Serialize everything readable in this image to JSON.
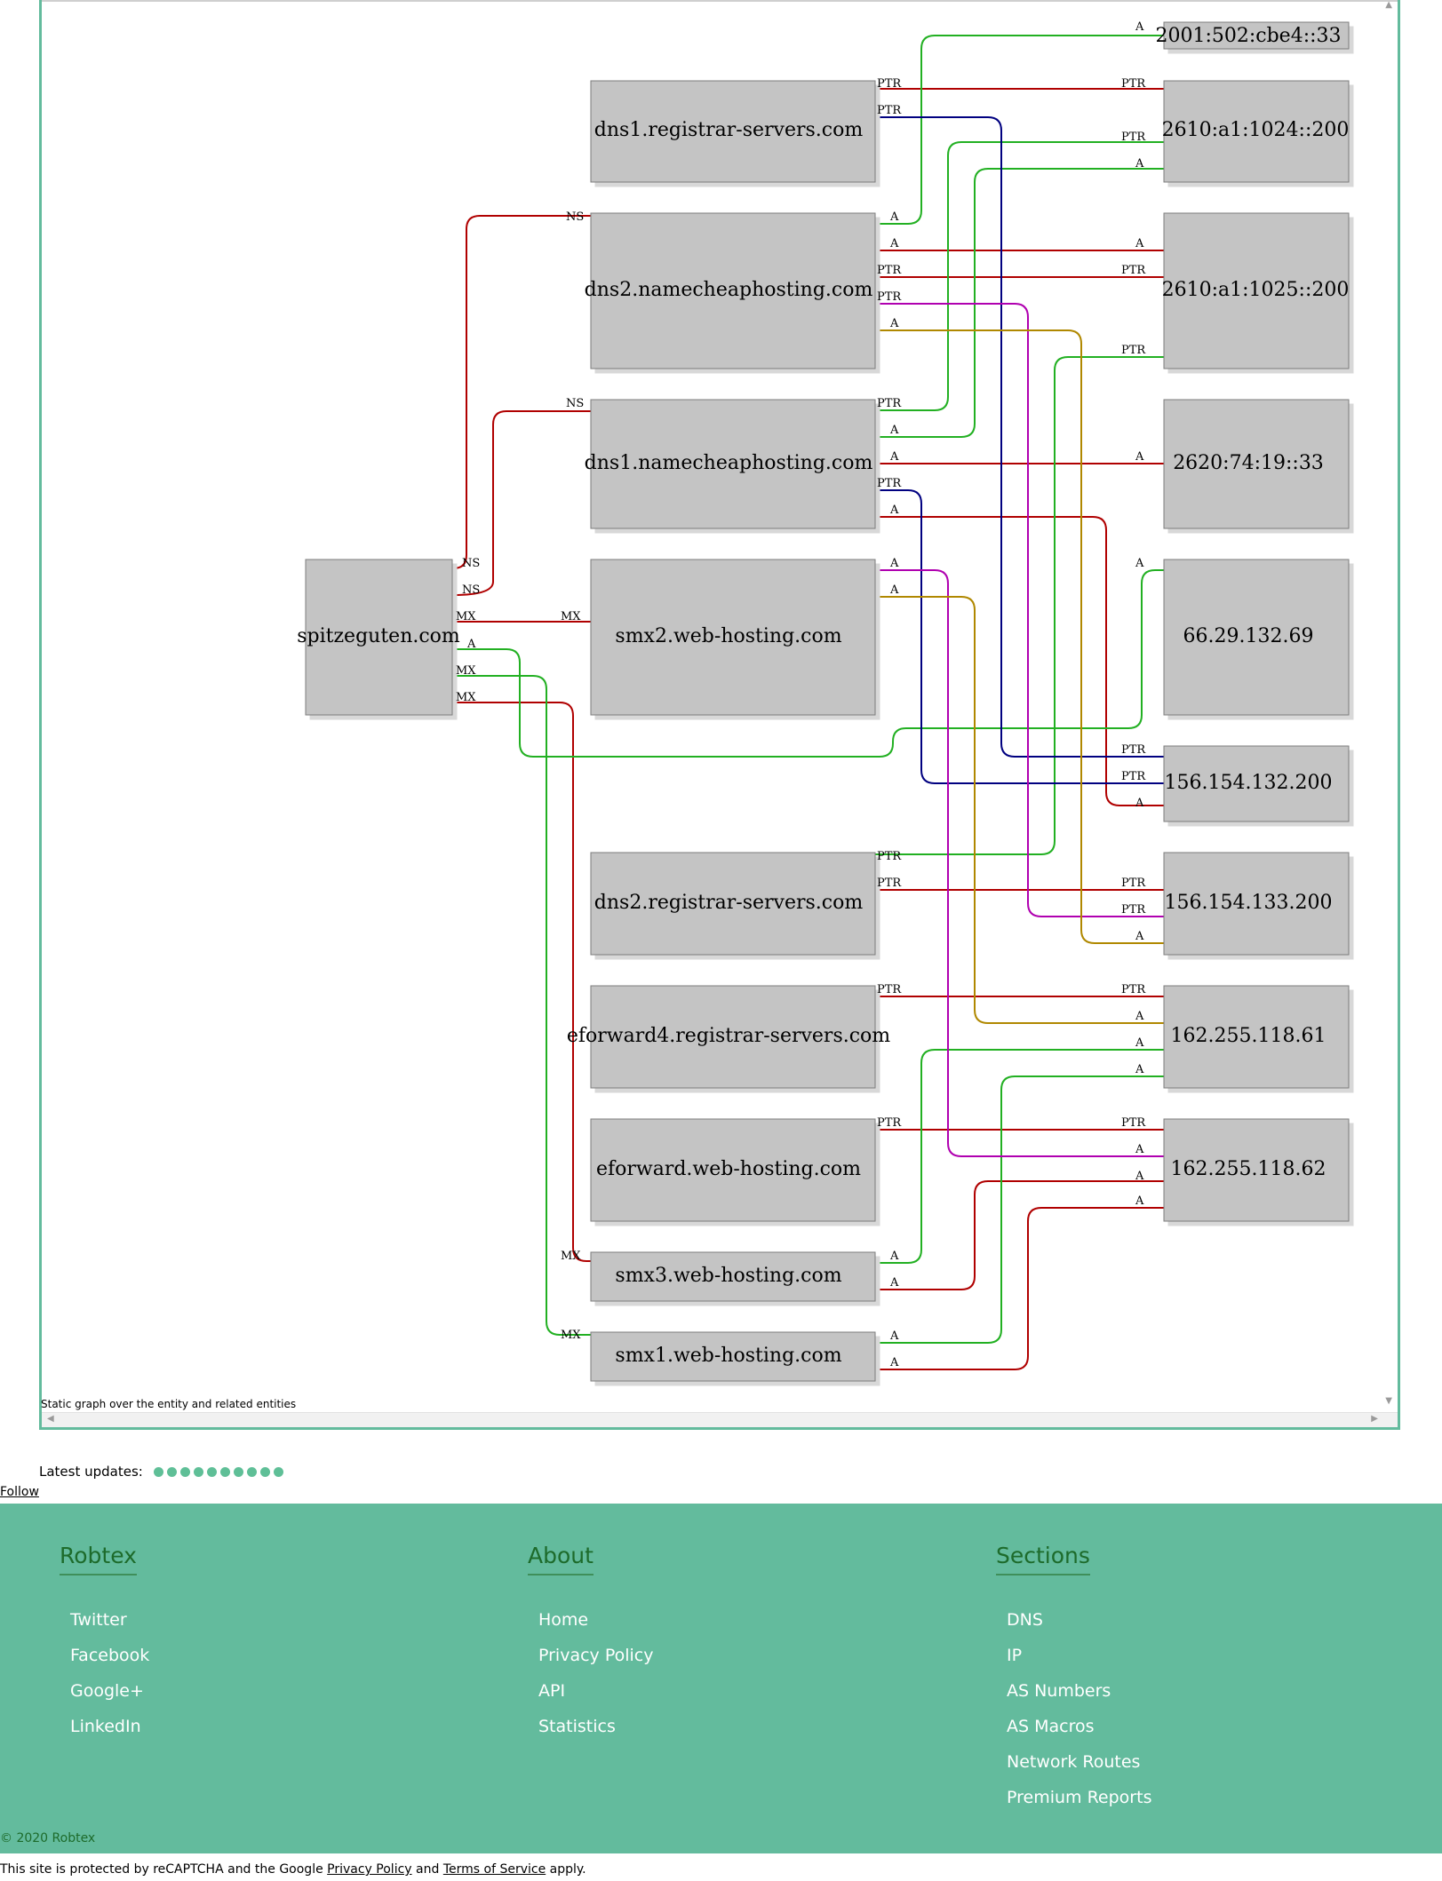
{
  "graph": {
    "caption": "Static graph over the entity and related entities",
    "nodes": {
      "spitzeguten": "spitzeguten.com",
      "dns1_registrar": "dns1.registrar-servers.com",
      "dns2_namecheap": "dns2.namecheaphosting.com",
      "dns1_namecheap": "dns1.namecheaphosting.com",
      "smx2": "smx2.web-hosting.com",
      "dns2_registrar": "dns2.registrar-servers.com",
      "eforward4": "eforward4.registrar-servers.com",
      "eforward": "eforward.web-hosting.com",
      "smx3": "smx3.web-hosting.com",
      "smx1": "smx1.web-hosting.com",
      "ip_2001": "2001:502:cbe4::33",
      "ip_2610_200": "2610:a1:1024::200",
      "ip_2610_1025": "2610:a1:1025::200",
      "ip_2620": "2620:74:19::33",
      "ip_66": "66.29.132.69",
      "ip_156_132": "156.154.132.200",
      "ip_156_133": "156.154.133.200",
      "ip_162_61": "162.255.118.61",
      "ip_162_62": "162.255.118.62"
    },
    "labels": {
      "ns": "NS",
      "mx": "MX",
      "a": "A",
      "ptr": "PTR"
    },
    "colors": {
      "red": "#b00000",
      "green": "#22b022",
      "navy": "#000080",
      "purple": "#b000b0",
      "olive": "#b08800"
    }
  },
  "updates": {
    "label": "Latest updates:",
    "count": 10
  },
  "follow": "Follow",
  "footer": {
    "robtex": {
      "title": "Robtex",
      "links": [
        "Twitter",
        "Facebook",
        "Google+",
        "LinkedIn"
      ]
    },
    "about": {
      "title": "About",
      "links": [
        "Home",
        "Privacy Policy",
        "API",
        "Statistics"
      ]
    },
    "sections": {
      "title": "Sections",
      "links": [
        "DNS",
        "IP",
        "AS Numbers",
        "AS Macros",
        "Network Routes",
        "Premium Reports"
      ]
    },
    "copyright": "© 2020 Robtex"
  },
  "recaptcha": {
    "pre": "This site is protected by reCAPTCHA and the Google ",
    "privacy": "Privacy Policy",
    "and": " and ",
    "terms": "Terms of Service",
    "post": " apply."
  }
}
